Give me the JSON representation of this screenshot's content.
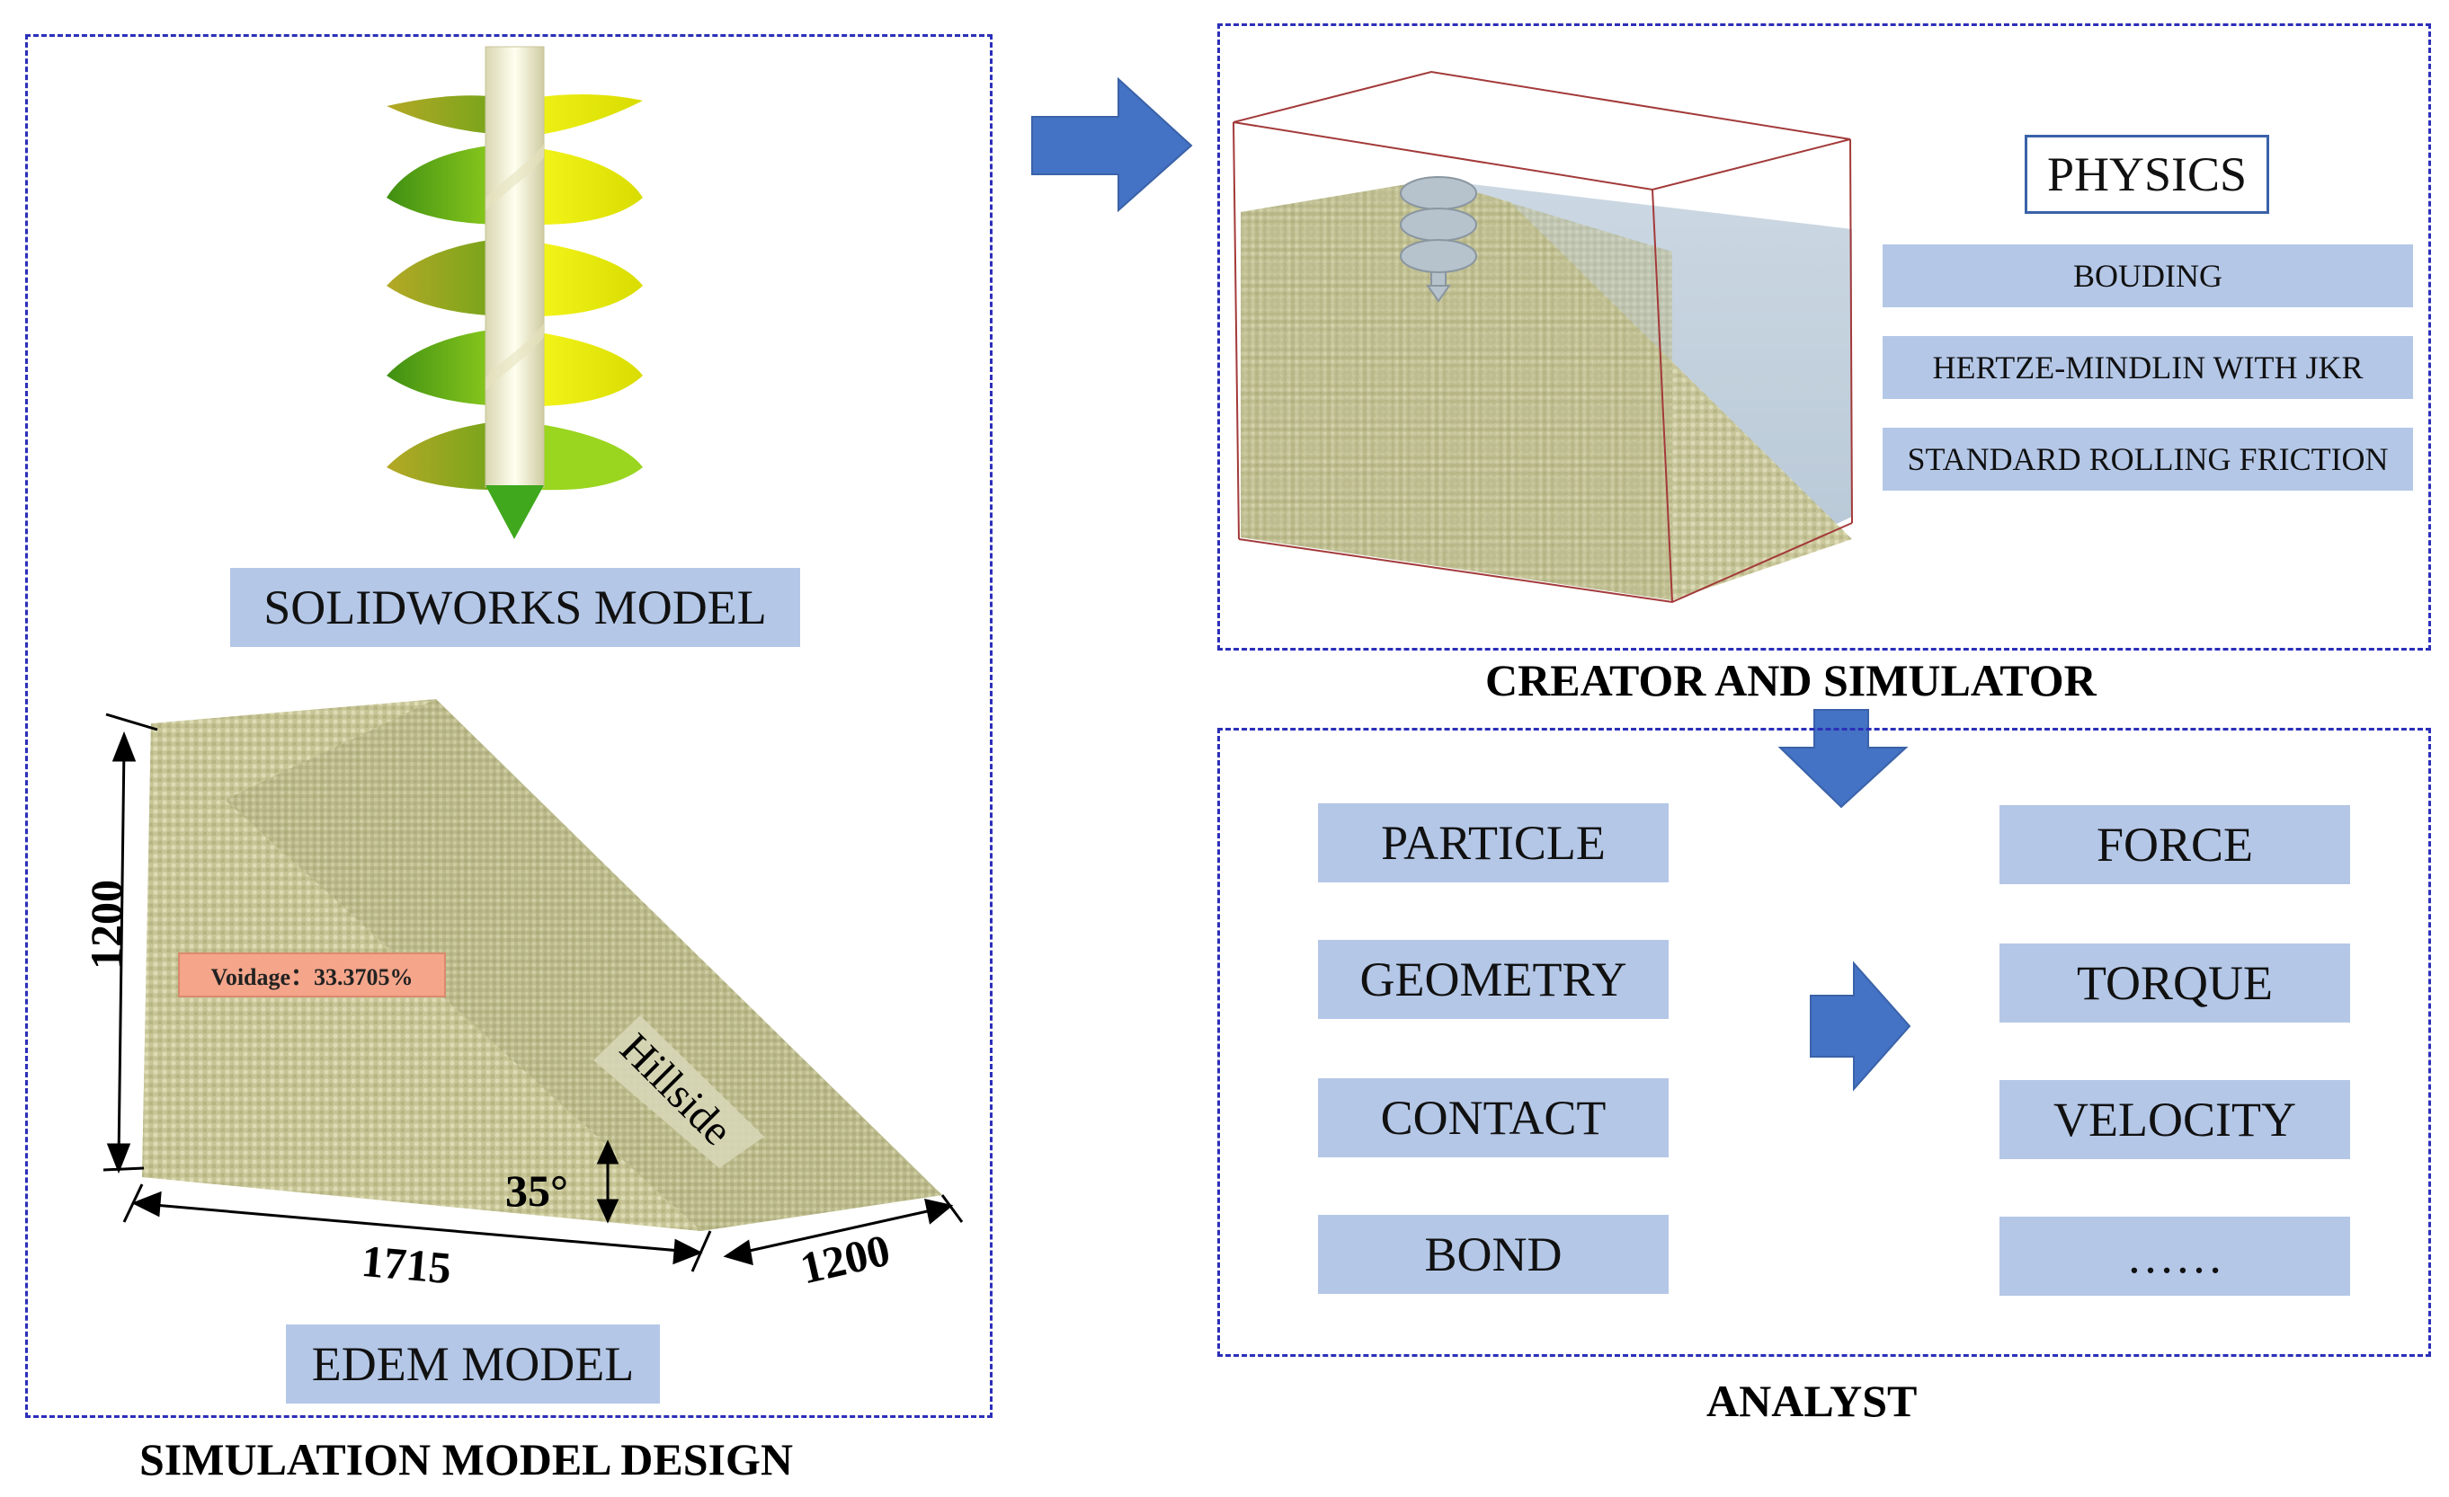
{
  "left_panel": {
    "caption": "SIMULATION MODEL DESIGN",
    "solidworks_label": "SOLIDWORKS MODEL",
    "edem_label": "EDEM MODEL",
    "voidage": "Voidage：33.3705%",
    "hillside": "Hillside",
    "angle": "35°",
    "dim_height": "1200",
    "dim_length": "1715",
    "dim_width": "1200"
  },
  "creator_panel": {
    "caption": "CREATOR AND SIMULATOR",
    "physics_title": "PHYSICS",
    "physics_items": [
      "BOUDING",
      "HERTZE-MINDLIN WITH JKR",
      "STANDARD ROLLING FRICTION"
    ]
  },
  "analyst_panel": {
    "caption": "ANALYST",
    "inputs": [
      "PARTICLE",
      "GEOMETRY",
      "CONTACT",
      "BOND"
    ],
    "outputs": [
      "FORCE",
      "TORQUE",
      "VELOCITY",
      "……"
    ]
  },
  "colors": {
    "dashed_border": "#2b2fb8",
    "label_fill": "#b4c7e7",
    "arrow_fill": "#4472c4",
    "particles": "#c9c79a",
    "voidage_fill": "#f4a58a"
  }
}
